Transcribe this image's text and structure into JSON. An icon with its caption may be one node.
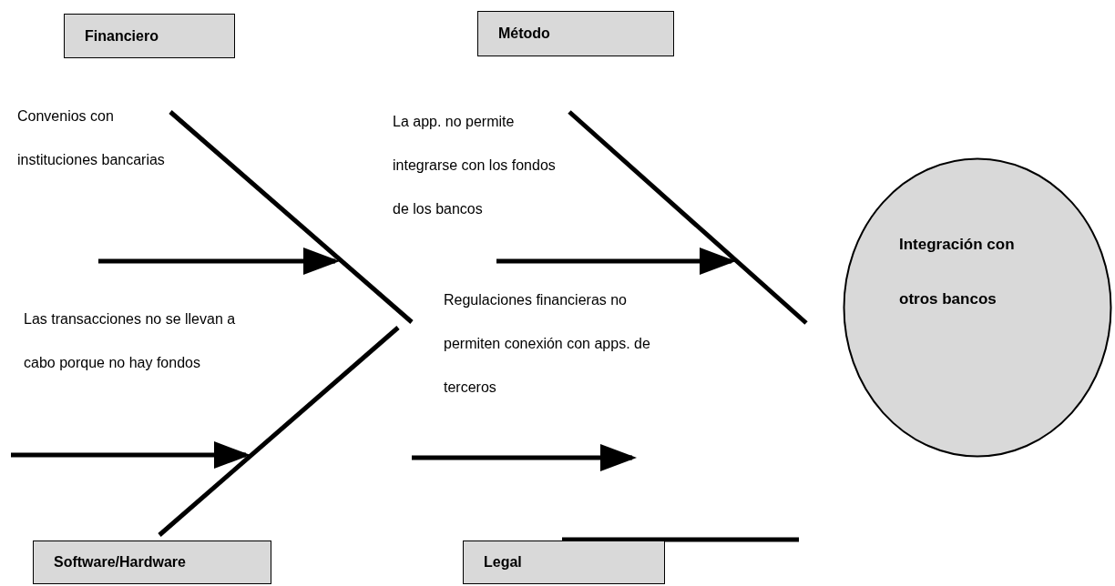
{
  "diagram": {
    "nodes": [
      {
        "text": [
          "Financiero"
        ]
      },
      {
        "text": [
          "Método"
        ]
      },
      {
        "text": [
          "Integración con otros bancos"
        ]
      },
      {
        "text": [
          "Software/Hardware"
        ]
      },
      {
        "text": [
          "Legal"
        ]
      }
    ],
    "labels": [
      "Convenios con instituciones bancarias",
      "La app. no permite integrarse con los fondos de los bancos",
      "Regulaciones financieras no permiten conexión con apps. de terceros",
      "Las transacciones no se llevan a cabo porque no hay fondos"
    ]
  }
}
